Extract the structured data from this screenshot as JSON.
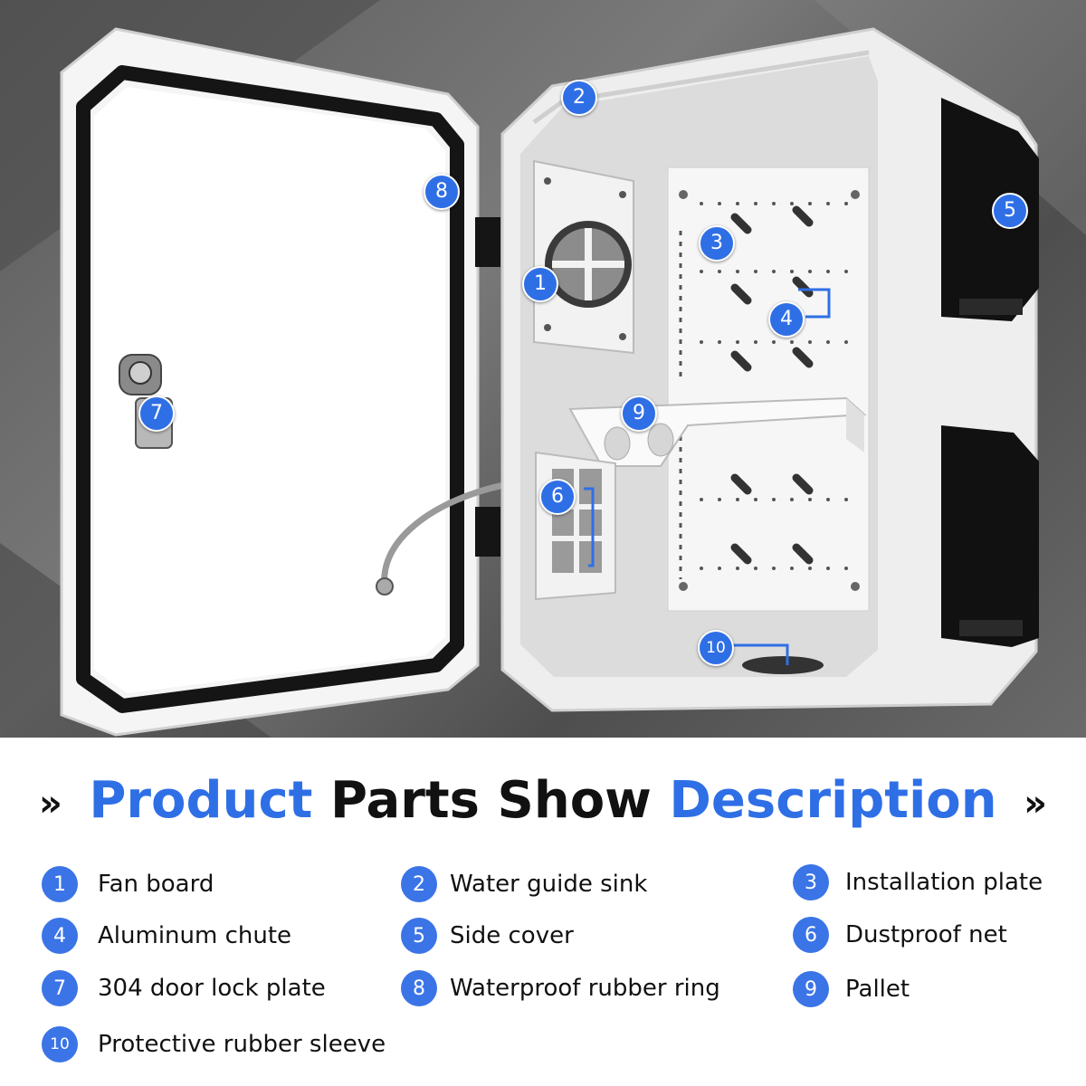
{
  "title": {
    "prefix_symbol": "»",
    "word1": "Product",
    "word2": "Parts Show",
    "word3": "Description",
    "suffix_symbol": "»"
  },
  "colors": {
    "accent_blue": "#2f6fe6",
    "background_photo": "#6a6a6a",
    "cabinet_white": "#f4f4f4",
    "side_cover_black": "#111111"
  },
  "callouts": [
    "1",
    "2",
    "3",
    "4",
    "5",
    "6",
    "7",
    "8",
    "9",
    "10"
  ],
  "parts": [
    {
      "num": "1",
      "label": "Fan board"
    },
    {
      "num": "2",
      "label": "Water guide sink"
    },
    {
      "num": "3",
      "label": "Installation plate"
    },
    {
      "num": "4",
      "label": "Aluminum chute"
    },
    {
      "num": "5",
      "label": "Side cover"
    },
    {
      "num": "6",
      "label": "Dustproof net"
    },
    {
      "num": "7",
      "label": "304 door lock plate"
    },
    {
      "num": "8",
      "label": "Waterproof rubber ring"
    },
    {
      "num": "9",
      "label": "Pallet"
    },
    {
      "num": "10",
      "label": "Protective rubber sleeve"
    }
  ]
}
